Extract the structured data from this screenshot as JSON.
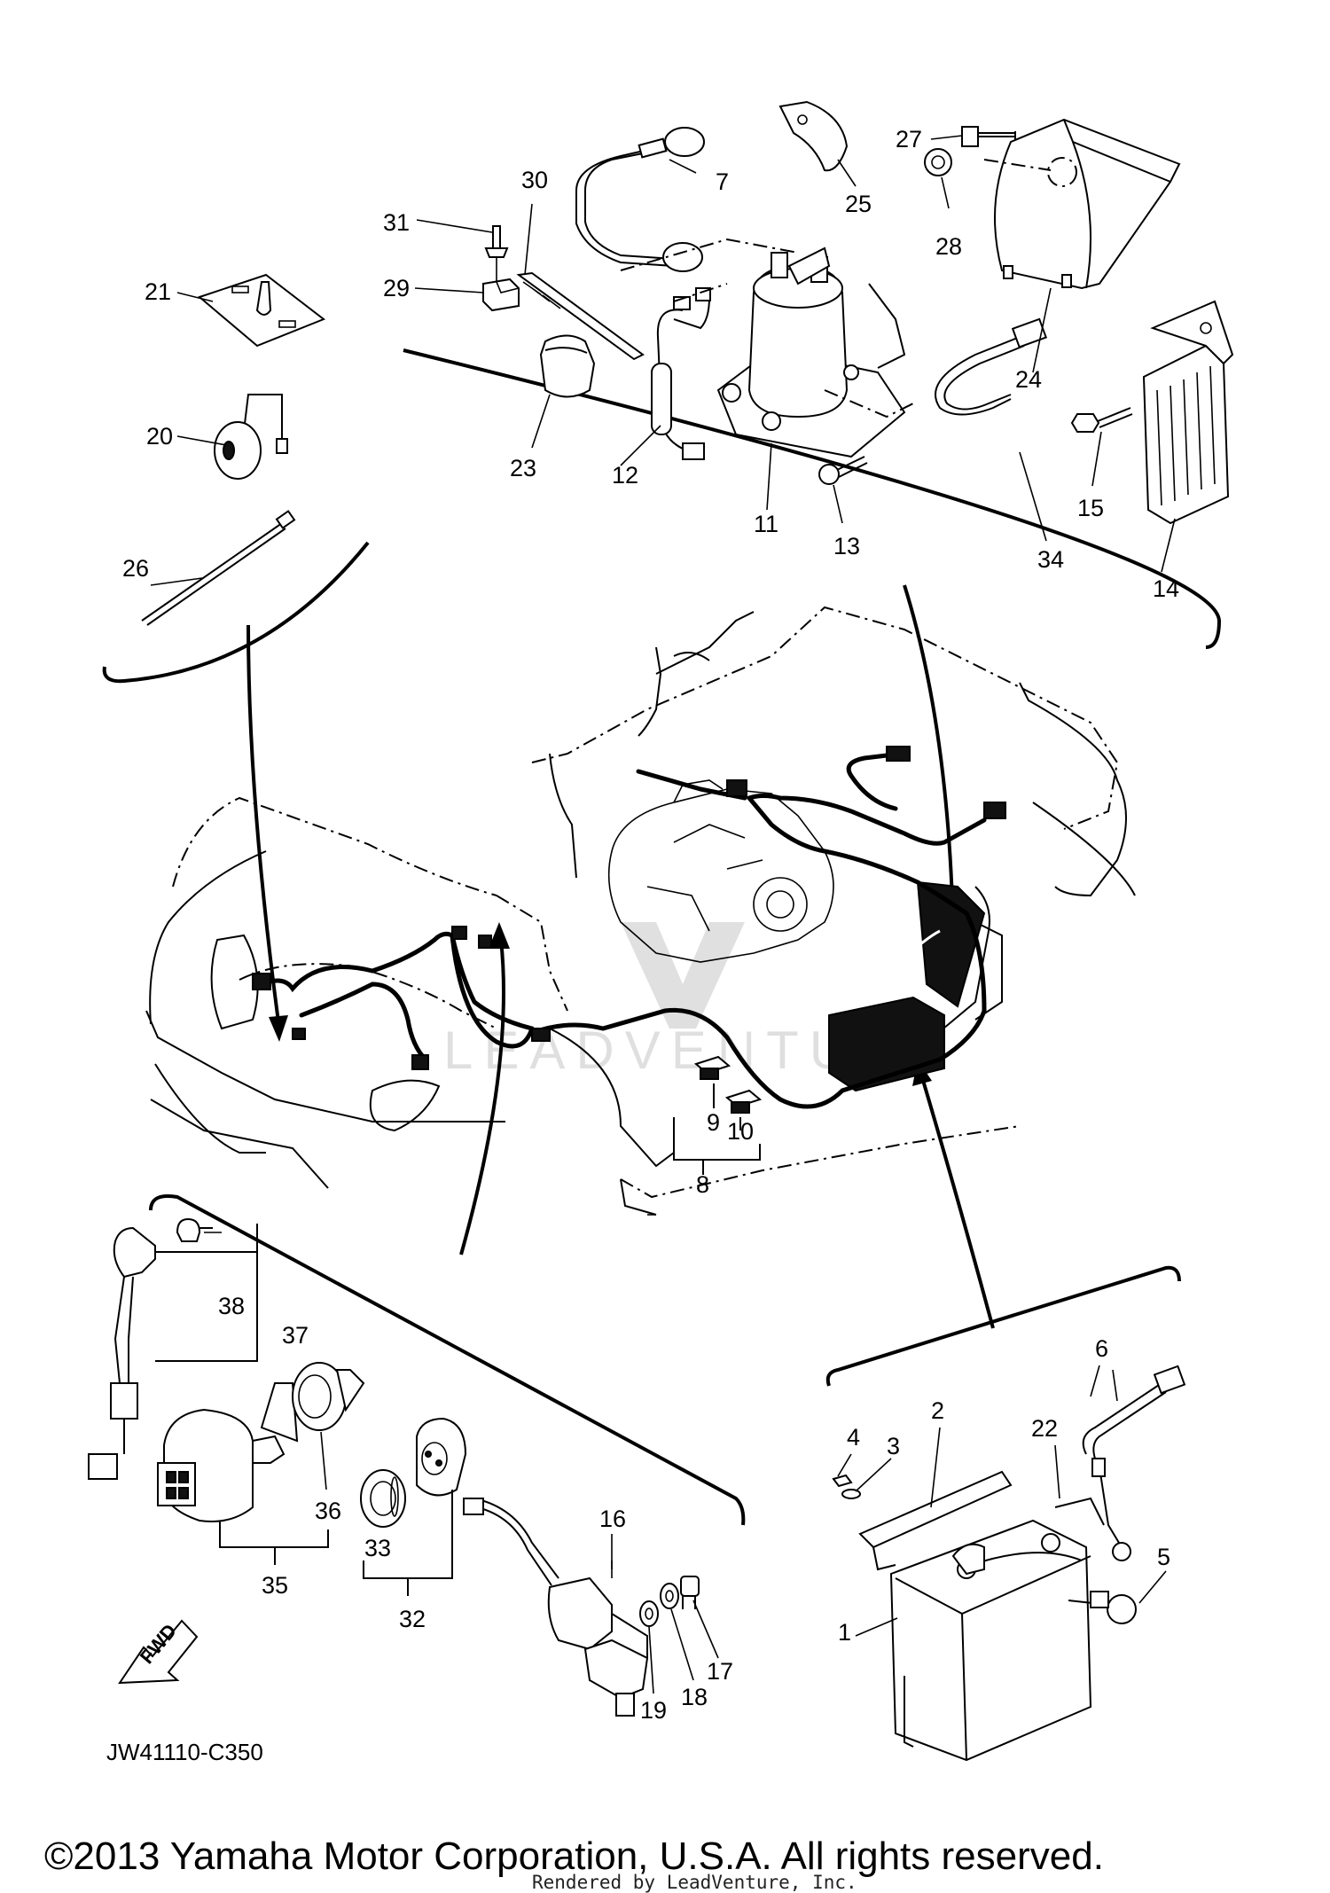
{
  "diagram": {
    "code": "JW41110-C350",
    "fwd_label": "FWD",
    "copyright": "©2013 Yamaha Motor Corporation, U.S.A. All rights reserved.",
    "rendered_by": "Rendered by LeadVenture, Inc.",
    "watermark": "LEADVENTURE"
  },
  "callouts": {
    "c1": "1",
    "c2": "2",
    "c3": "3",
    "c4": "4",
    "c5": "5",
    "c6": "6",
    "c7": "7",
    "c8": "8",
    "c9": "9",
    "c10": "10",
    "c11": "11",
    "c12": "12",
    "c13": "13",
    "c14": "14",
    "c15": "15",
    "c16": "16",
    "c17": "17",
    "c18": "18",
    "c19": "19",
    "c20": "20",
    "c21": "21",
    "c22": "22",
    "c23": "23",
    "c24": "24",
    "c25": "25",
    "c26": "26",
    "c27": "27",
    "c28": "28",
    "c29": "29",
    "c30": "30",
    "c31": "31",
    "c32": "32",
    "c33": "33",
    "c34": "34",
    "c35": "35",
    "c36": "36",
    "c37": "37",
    "c38": "38"
  }
}
